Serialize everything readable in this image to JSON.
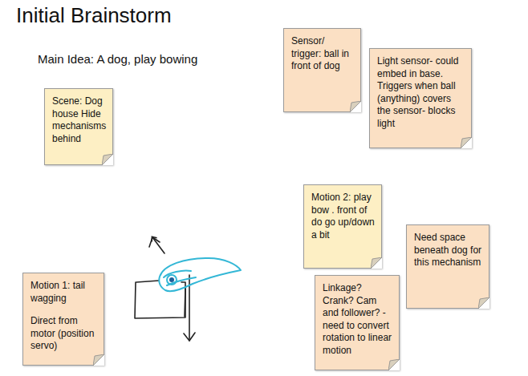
{
  "diagram": {
    "title": "Initial Brainstorm",
    "nodes": [
      {
        "text": [
          "Scene: Dog house Hide mechanisms behind"
        ]
      },
      {
        "text": [
          "Sensor/ trigger: ball in front of dog"
        ]
      },
      {
        "text": [
          "Light sensor- could embed in base. Triggers when ball (anything) covers the sensor- blocks light"
        ]
      },
      {
        "text": [
          "Motion 1: tail wagging",
          "Direct from motor (position servo)"
        ]
      },
      {
        "text": [
          "Motion 2: play bow . front of do go up/down a bit"
        ]
      },
      {
        "text": [
          "Need space beneath dog for this mechanism"
        ]
      },
      {
        "text": [
          "Linkage? Crank? Cam and follower? - need to convert rotation to linear motion"
        ]
      }
    ],
    "labels": [
      "Main Idea: A dog, play bowing"
    ]
  }
}
